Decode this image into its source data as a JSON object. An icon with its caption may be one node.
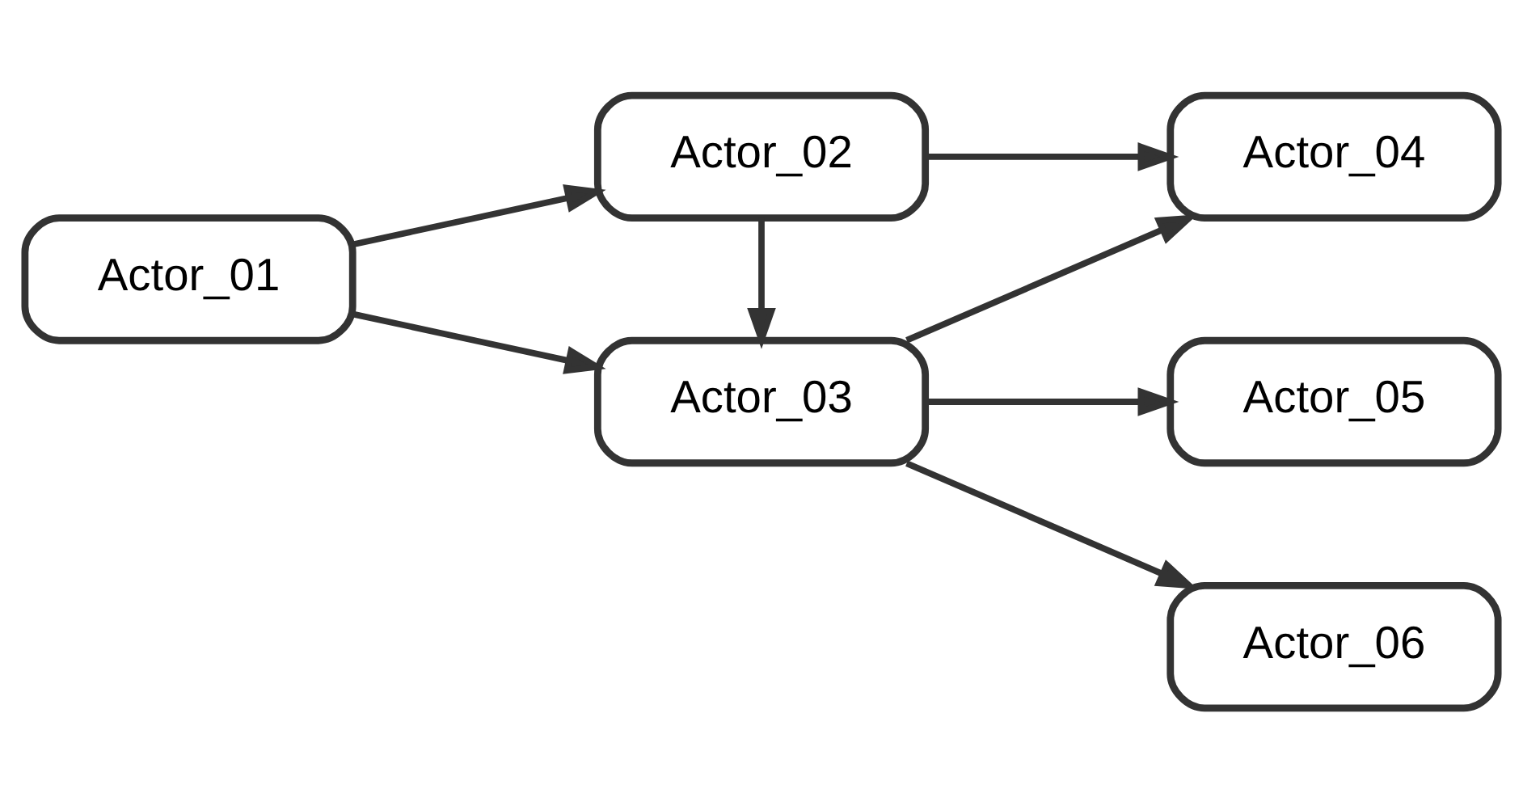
{
  "diagram": {
    "nodes": [
      {
        "text": [
          "Actor_01"
        ]
      },
      {
        "text": [
          "Actor_02"
        ]
      },
      {
        "text": [
          "Actor_03"
        ]
      },
      {
        "text": [
          "Actor_04"
        ]
      },
      {
        "text": [
          "Actor_05"
        ]
      },
      {
        "text": [
          "Actor_06"
        ]
      }
    ],
    "edges": [
      {
        "from": 0,
        "to": 1,
        "arrow": "to"
      },
      {
        "from": 0,
        "to": 2,
        "arrow": "to"
      },
      {
        "from": 1,
        "to": 2,
        "arrow": "to"
      },
      {
        "from": 1,
        "to": 3,
        "arrow": "to"
      },
      {
        "from": 2,
        "to": 3,
        "arrow": "to"
      },
      {
        "from": 2,
        "to": 4,
        "arrow": "to"
      },
      {
        "from": 2,
        "to": 5,
        "arrow": "to"
      }
    ]
  }
}
